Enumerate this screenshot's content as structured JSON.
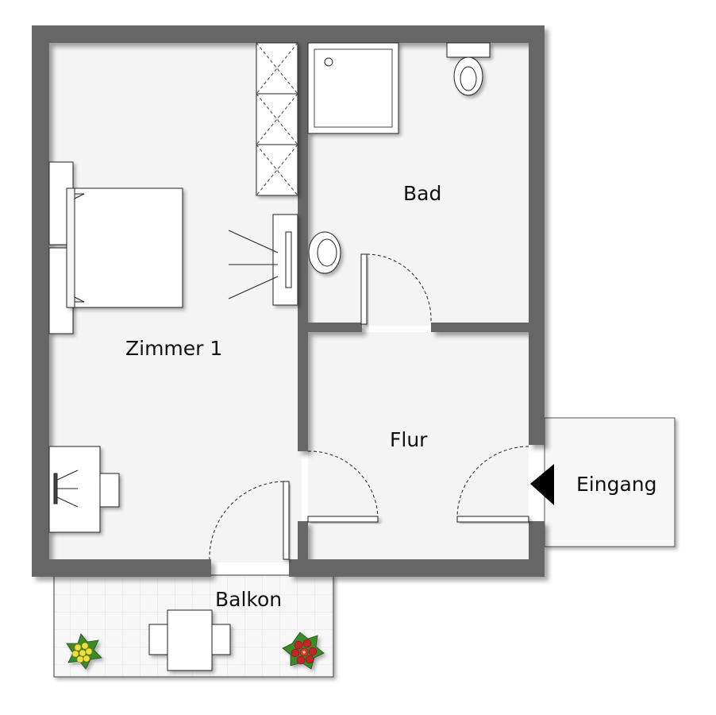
{
  "rooms": {
    "bad": "Bad",
    "zimmer": "Zimmer 1",
    "flur": "Flur",
    "balkon": "Balkon",
    "eingang": "Eingang"
  },
  "colors": {
    "wall": "#666666",
    "floor": "#f4f4f5",
    "furniture": "#ffffff",
    "line": "#222222",
    "flower_yellow": "#f2df3a",
    "flower_red": "#c8202a",
    "leaf": "#3d8a2a"
  }
}
